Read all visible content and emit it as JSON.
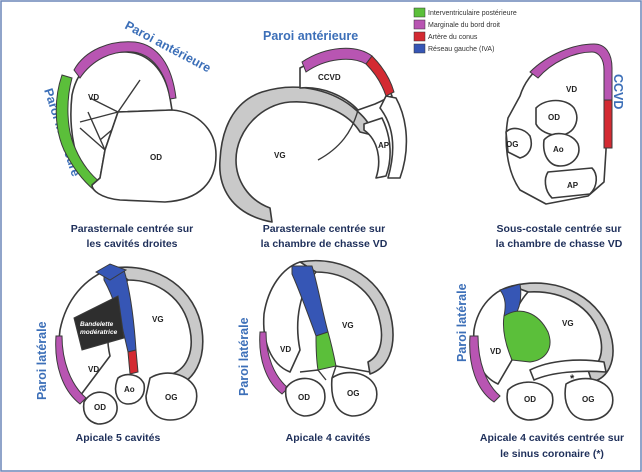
{
  "legend": [
    {
      "label": "Interventriculaire postérieure",
      "color": "#5bbf3a"
    },
    {
      "label": "Marginale du bord droit",
      "color": "#b855b2"
    },
    {
      "label": "Artère du conus",
      "color": "#d32a32"
    },
    {
      "label": "Réseau gauche (IVA)",
      "color": "#3656b5"
    }
  ],
  "panels": [
    {
      "caption": [
        "Parasternale centrée sur",
        "les cavités droites"
      ],
      "wall_labels": [
        "Paroi antérieure",
        "Paroi inférieure"
      ],
      "cavities": [
        "VD",
        "OD"
      ]
    },
    {
      "caption": [
        "Parasternale centrée sur",
        "la chambre de chasse VD"
      ],
      "wall_labels": [
        "Paroi antérieure"
      ],
      "cavities": [
        "CCVD",
        "VG",
        "AP"
      ]
    },
    {
      "caption": [
        "Sous-costale centrée sur",
        "la chambre de chasse VD"
      ],
      "wall_labels": [
        "CCVD"
      ],
      "cavities": [
        "VD",
        "OD",
        "OG",
        "Ao",
        "AP"
      ]
    },
    {
      "caption": [
        "Apicale 5 cavités"
      ],
      "wall_labels": [
        "Paroi latérale"
      ],
      "cavities": [
        "Bandelette",
        "modératrice",
        "VG",
        "VD",
        "Ao",
        "OD",
        "OG"
      ]
    },
    {
      "caption": [
        "Apicale 4 cavités"
      ],
      "wall_labels": [
        "Paroi latérale"
      ],
      "cavities": [
        "VG",
        "VD",
        "OD",
        "OG"
      ]
    },
    {
      "caption": [
        "Apicale 4 cavités centrée sur",
        "le sinus coronaire (*)"
      ],
      "wall_labels": [
        "Paroi latérale"
      ],
      "cavities": [
        "VG",
        "VD",
        "*",
        "OD",
        "OG"
      ]
    }
  ]
}
